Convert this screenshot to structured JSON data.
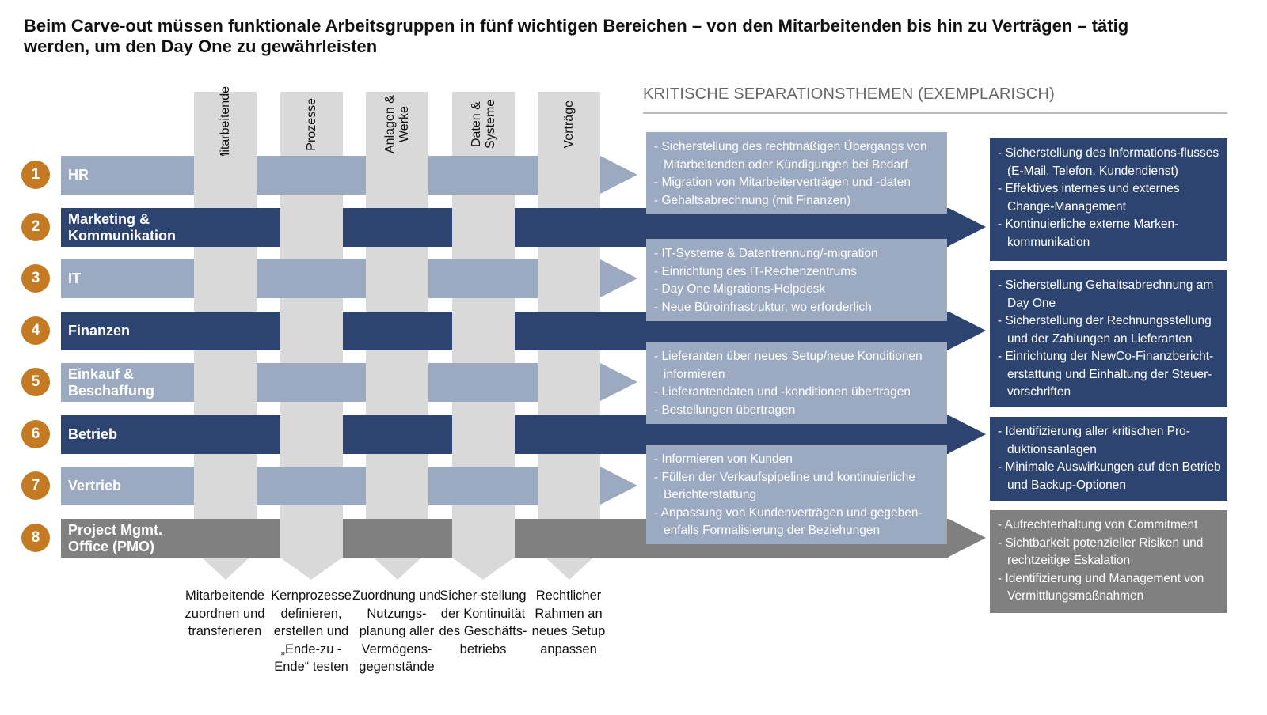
{
  "title": "Beim Carve-out müssen funktionale Arbeitsgruppen in fünf wichtigen Bereichen – von den Mitarbeitenden bis hin zu Verträgen – tätig werden, um den Day One zu gewährleisten",
  "columns": [
    {
      "label": "Mitarbeitende",
      "footer": "Mitarbeitende zuordnen und transferieren"
    },
    {
      "label": "Prozesse",
      "footer": "Kernprozesse definieren, erstellen und „Ende-zu -Ende“ testen"
    },
    {
      "label": "Anlagen & Werke",
      "footer": "Zuordnung und Nutzungs-planung aller Vermögens-gegenstände"
    },
    {
      "label": "Daten & Systeme",
      "footer": "Sicher-stellung der Kontinuität des Geschäfts-betriebs"
    },
    {
      "label": "Verträge",
      "footer": "Rechtlicher Rahmen an neues Setup anpassen"
    }
  ],
  "rows": [
    {
      "num": "1",
      "label": "HR",
      "style": "light"
    },
    {
      "num": "2",
      "label": "Marketing & Kommunikation",
      "style": "dark"
    },
    {
      "num": "3",
      "label": "IT",
      "style": "light"
    },
    {
      "num": "4",
      "label": "Finanzen",
      "style": "dark"
    },
    {
      "num": "5",
      "label": "Einkauf & Beschaffung",
      "style": "light"
    },
    {
      "num": "6",
      "label": "Betrieb",
      "style": "dark"
    },
    {
      "num": "7",
      "label": "Vertrieb",
      "style": "light"
    },
    {
      "num": "8",
      "label": "Project Mgmt. Office (PMO)",
      "style": "pmo"
    }
  ],
  "section_header": "KRITISCHE SEPARATIONSTHEMEN (EXEMPLARISCH)",
  "middle_boxes": [
    [
      "Sicherstellung des rechtmäßigen Übergangs von Mitarbeitenden oder Kündigungen bei Bedarf",
      "Migration von Mitarbeiterverträgen und -daten",
      "Gehaltsabrechnung (mit Finanzen)"
    ],
    [
      "IT-Systeme & Datentrennung/-migration",
      "Einrichtung des IT-Rechenzentrums",
      "Day One Migrations-Helpdesk",
      "Neue Büroinfrastruktur, wo erforderlich"
    ],
    [
      "Lieferanten über neues Setup/neue Konditionen informieren",
      "Lieferantendaten und -konditionen übertragen",
      "Bestellungen übertragen"
    ],
    [
      "Informieren von Kunden",
      "Füllen der Verkaufspipeline und kontinuierliche Berichterstattung",
      "Anpassung von Kundenverträgen und gegeben-enfalls Formalisierung der Beziehungen"
    ]
  ],
  "right_boxes": [
    [
      "Sicherstellung des Informations-flusses (E-Mail, Telefon, Kundendienst)",
      "Effektives internes und externes Change-Management",
      "Kontinuierliche externe Marken-kommunikation"
    ],
    [
      "Sicherstellung Gehaltsabrechnung am Day One",
      "Sicherstellung der Rechnungsstellung und der Zahlungen an Lieferanten",
      "Einrichtung der NewCo-Finanzbericht-erstattung und Einhaltung der Steuer-vorschriften"
    ],
    [
      "Identifizierung aller kritischen Pro-duktionsanlagen",
      "Minimale Auswirkungen auf den Betrieb und Backup-Optionen"
    ],
    [
      "Aufrechterhaltung von Commitment",
      "Sichtbarkeit potenzieller Risiken und rechtzeitige Eskalation",
      "Identifizierung und Management von Vermittlungsmaßnahmen"
    ]
  ],
  "colors": {
    "light": "#9ba9c1",
    "dark": "#2d4370",
    "pmo": "#808080",
    "column": "#d9d9d9",
    "badge": "#c47a22"
  }
}
